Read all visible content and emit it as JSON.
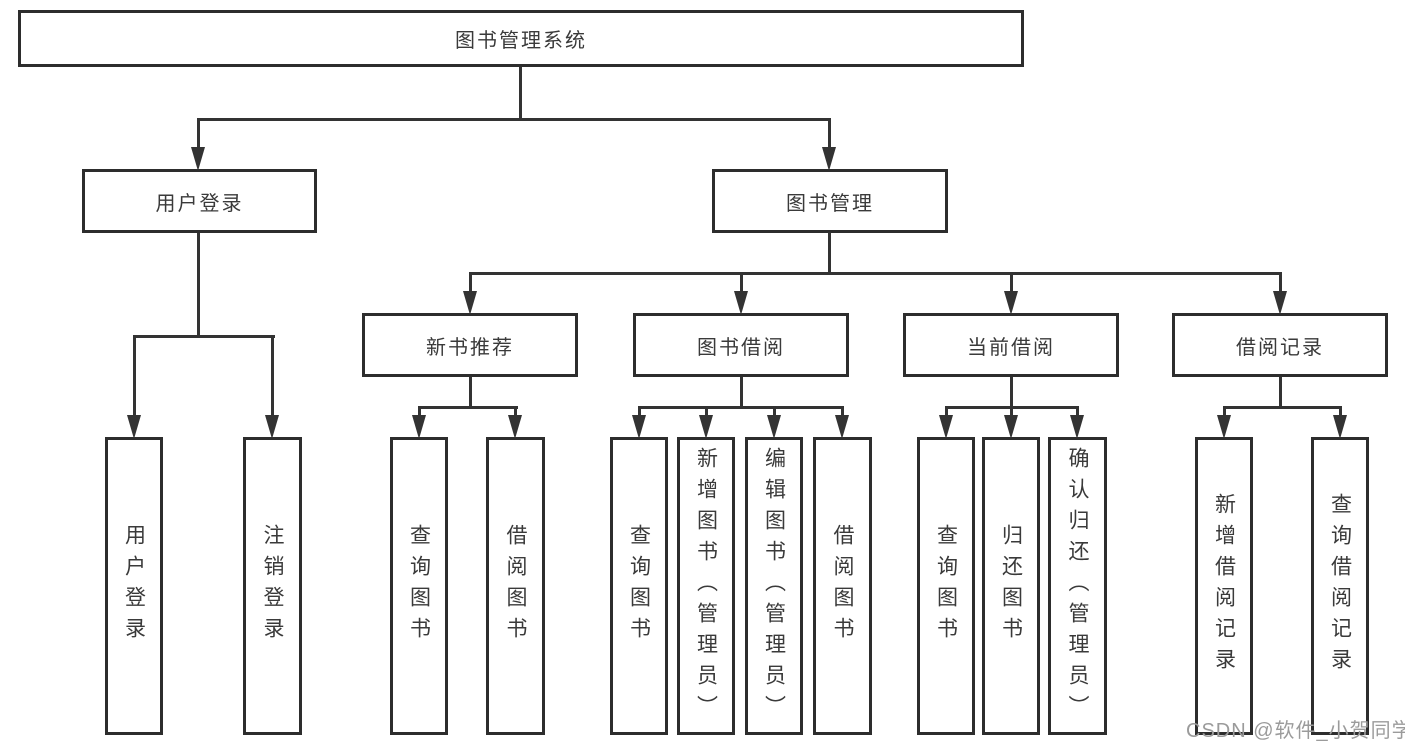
{
  "tree": {
    "label": "图书管理系统",
    "children": [
      {
        "label": "用户登录",
        "children": [
          {
            "label": "用户登录"
          },
          {
            "label": "注销登录"
          }
        ]
      },
      {
        "label": "图书管理",
        "children": [
          {
            "label": "新书推荐",
            "children": [
              {
                "label": "查询图书"
              },
              {
                "label": "借阅图书"
              }
            ]
          },
          {
            "label": "图书借阅",
            "children": [
              {
                "label": "查询图书"
              },
              {
                "label": "新增图书（管理员）"
              },
              {
                "label": "编辑图书（管理员）"
              },
              {
                "label": "借阅图书"
              }
            ]
          },
          {
            "label": "当前借阅",
            "children": [
              {
                "label": "查询图书"
              },
              {
                "label": "归还图书"
              },
              {
                "label": "确认归还（管理员）"
              }
            ]
          },
          {
            "label": "借阅记录",
            "children": [
              {
                "label": "新增借阅记录"
              },
              {
                "label": "查询借阅记录"
              }
            ]
          }
        ]
      }
    ]
  },
  "watermark": "CSDN @软件_小贺同学",
  "colors": {
    "line": "#333333",
    "box_border": "#2d2d2d",
    "text": "#3a3a3a",
    "watermark": "#9b9b9b",
    "background": "#ffffff"
  }
}
